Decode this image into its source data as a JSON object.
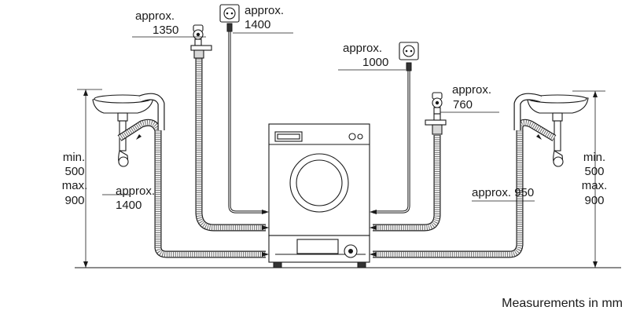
{
  "labels": {
    "left_tap": {
      "line1": "approx.",
      "line2": "1350"
    },
    "left_socket": {
      "line1": "approx.",
      "line2": "1400"
    },
    "right_socket": {
      "line1": "approx.",
      "line2": "1000"
    },
    "right_tap": {
      "line1": "approx.",
      "line2": "760"
    },
    "left_drain": {
      "line1": "approx.",
      "line2": "1400"
    },
    "right_drain": {
      "text": "approx. 950"
    },
    "left_height": {
      "line1": "min.",
      "line2": "500",
      "line3": "max.",
      "line4": "900"
    },
    "right_height": {
      "line1": "min.",
      "line2": "500",
      "line3": "max.",
      "line4": "900"
    },
    "footer": "Measurements in mm"
  },
  "icons": [
    "water-tap-icon",
    "power-socket-icon",
    "sink-icon",
    "washing-machine-icon",
    "plug-icon"
  ]
}
